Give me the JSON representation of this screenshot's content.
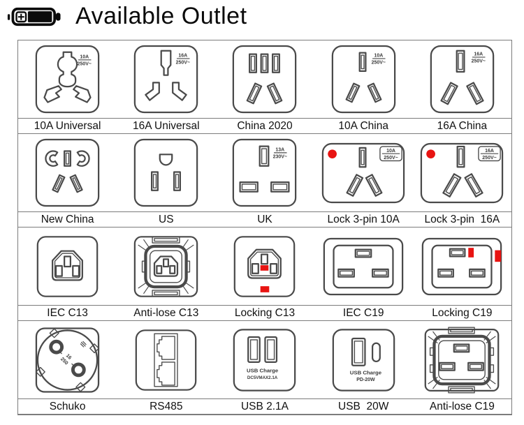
{
  "header": {
    "title": "Available Outlet"
  },
  "colors": {
    "accent_red": "#e81412",
    "line": "#4a4a4a",
    "grid_border": "#7c7c7c"
  },
  "cells": [
    {
      "label": "10A Universal",
      "rating": "10A",
      "voltage": "250V~"
    },
    {
      "label": "16A Universal",
      "rating": "16A",
      "voltage": "250V~"
    },
    {
      "label": "China 2020"
    },
    {
      "label": "10A China",
      "rating": "10A",
      "voltage": "250V~"
    },
    {
      "label": "16A China",
      "rating": "16A",
      "voltage": "250V~"
    },
    {
      "label": "New China"
    },
    {
      "label": "US"
    },
    {
      "label": "UK",
      "rating": "13A",
      "voltage": "230V~"
    },
    {
      "label": "Lock 3-pin 10A",
      "rating": "10A",
      "voltage": "250V~"
    },
    {
      "label": "Lock 3-pin  16A",
      "rating": "16A",
      "voltage": "250V~"
    },
    {
      "label": "IEC C13"
    },
    {
      "label": "Anti-lose C13"
    },
    {
      "label": "Locking C13"
    },
    {
      "label": "IEC C19"
    },
    {
      "label": "Locking C19"
    },
    {
      "label": "Schuko",
      "rating": "16",
      "voltage": "250"
    },
    {
      "label": "RS485"
    },
    {
      "label": "USB 2.1A",
      "line1": "USB Charge",
      "line2": "DC5VMAX2.1A"
    },
    {
      "label": "USB  20W",
      "line1": "USB Charge",
      "line2": "PD-20W"
    },
    {
      "label": "Anti-lose C19"
    }
  ]
}
